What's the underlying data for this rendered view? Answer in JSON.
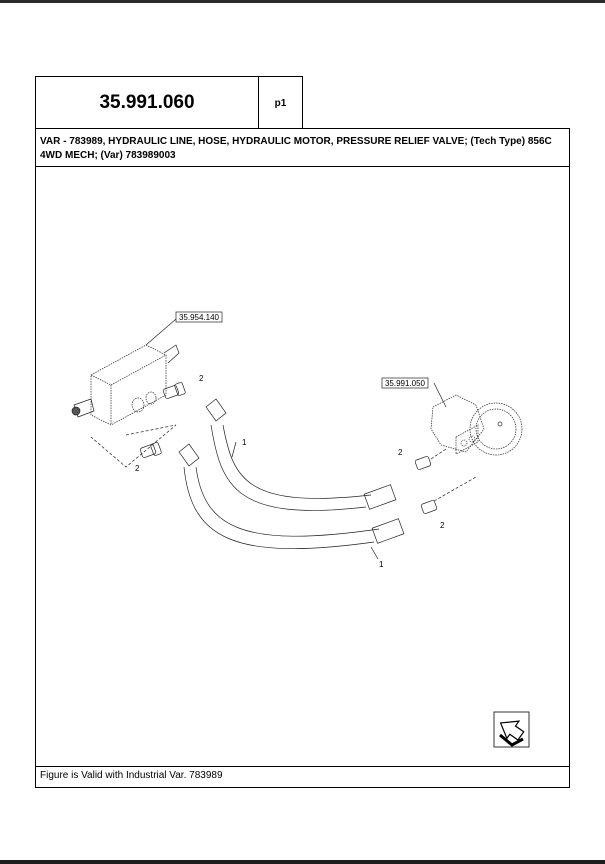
{
  "header": {
    "reference": "35.991.060",
    "page": "p1"
  },
  "title": {
    "line1": "VAR - 783989, HYDRAULIC LINE, HOSE, HYDRAULIC MOTOR, PRESSURE RELIEF VALVE; (Tech Type) 856C",
    "line2": "4WD MECH; (Var) 783989003"
  },
  "figure": {
    "callouts": {
      "valve_ref": "35.954.140",
      "motor_ref": "35.991.050",
      "hose_upper": "1",
      "hose_lower": "1",
      "fitting_valve_upper": "2",
      "fitting_valve_lower": "2",
      "fitting_motor_upper": "2",
      "fitting_motor_lower": "2"
    },
    "nav_icon": "next-page-arrow-icon"
  },
  "footer": {
    "note": "Figure is Valid with Industrial Var. 783989"
  }
}
